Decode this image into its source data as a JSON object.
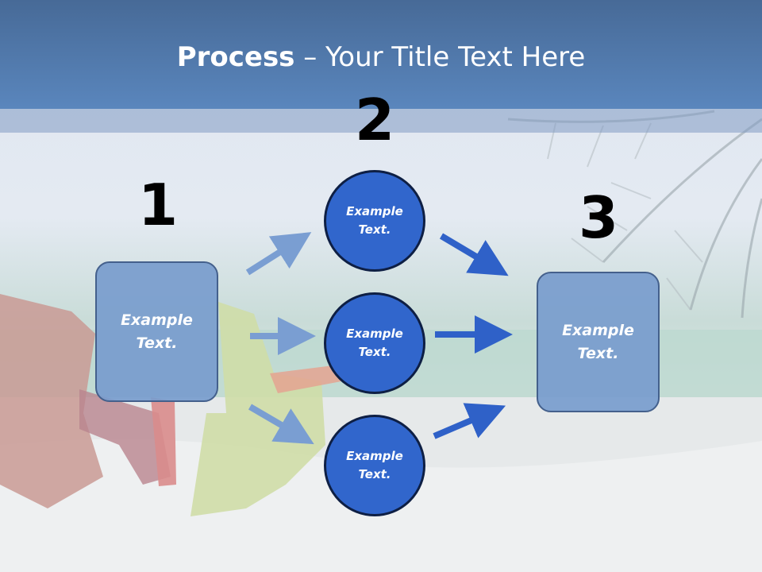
{
  "title": {
    "bold": "Process",
    "rest": " – Your Title Text Here"
  },
  "steps": {
    "one": "1",
    "two": "2",
    "three": "3"
  },
  "left_box": {
    "text": "Example\nText."
  },
  "right_box": {
    "text": "Example\nText."
  },
  "circles": [
    {
      "text": "Example\nText."
    },
    {
      "text": "Example\nText."
    },
    {
      "text": "Example\nText."
    }
  ],
  "colors": {
    "header": "#5a86bd",
    "circle": "#3166cc",
    "box": "#789ccd",
    "arrow_light": "#7a9ed2",
    "arrow_dark": "#2f61c8"
  }
}
